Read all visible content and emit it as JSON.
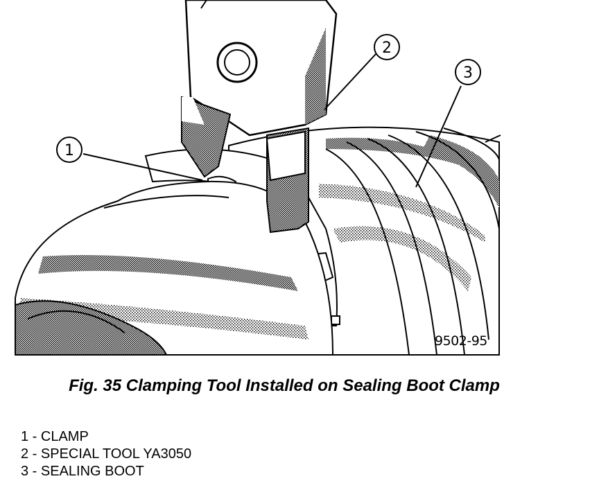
{
  "figure": {
    "id_code": "9502-95",
    "caption": "Fig. 35 Clamping Tool Installed on Sealing Boot Clamp",
    "callouts": [
      "1",
      "2",
      "3"
    ]
  },
  "legend": [
    {
      "num": "1",
      "text": "1 - CLAMP"
    },
    {
      "num": "2",
      "text": "2 - SPECIAL TOOL YA3050"
    },
    {
      "num": "3",
      "text": "3 - SEALING BOOT"
    }
  ],
  "colors": {
    "ink": "#000000",
    "shade": "#a8a8a8",
    "paper": "#ffffff"
  }
}
